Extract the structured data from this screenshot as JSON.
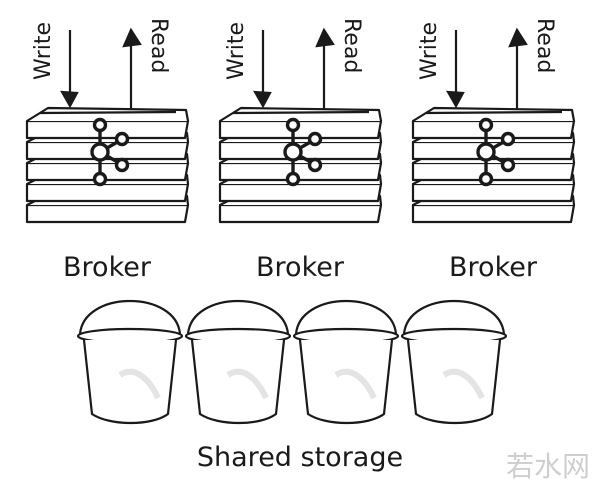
{
  "brokers": [
    {
      "write_label": "Write",
      "read_label": "Read",
      "name": "Broker",
      "icon": "kafka-logo-icon"
    },
    {
      "write_label": "Write",
      "read_label": "Read",
      "name": "Broker",
      "icon": "kafka-logo-icon"
    },
    {
      "write_label": "Write",
      "read_label": "Read",
      "name": "Broker",
      "icon": "kafka-logo-icon"
    }
  ],
  "storage": {
    "label": "Shared storage",
    "bucket_count": 4,
    "bucket_icon": "bucket-icon"
  },
  "watermark": "若水网",
  "colors": {
    "ink": "#1a1a1a",
    "background": "#ffffff",
    "watermark": "#cfcfcf"
  }
}
